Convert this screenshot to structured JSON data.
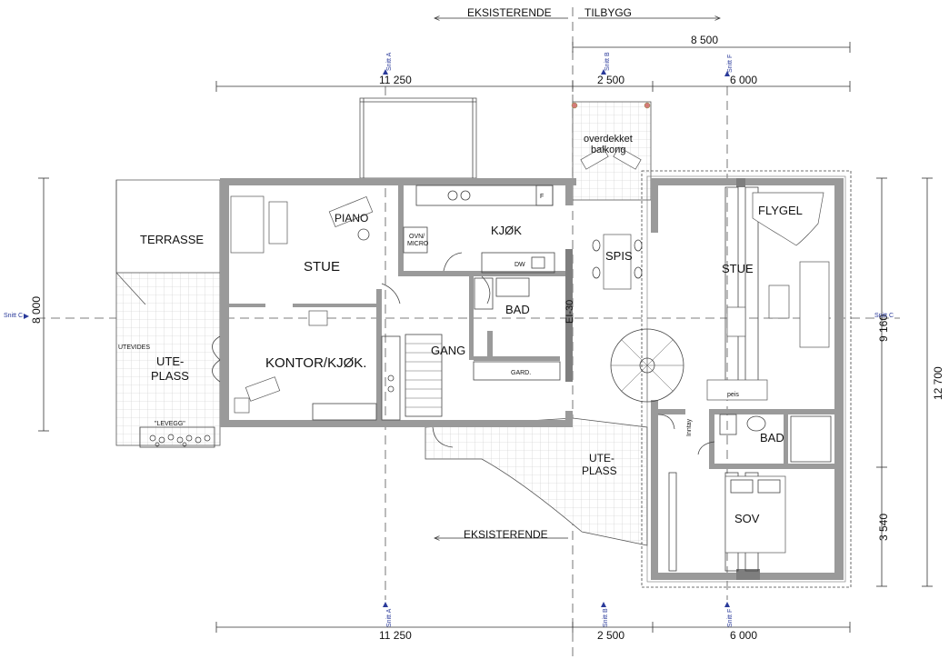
{
  "header": {
    "existing_label": "EKSISTERENDE",
    "extension_label": "TILBYGG"
  },
  "bottom_label": "EKSISTERENDE",
  "dimensions": {
    "top_total_right": "8 500",
    "top_left": "11 250",
    "top_mid": "2 500",
    "top_right": "6 000",
    "bottom_left": "11 250",
    "bottom_mid": "2 500",
    "bottom_right": "6 000",
    "left_height": "8 000",
    "right_height_a": "9 160",
    "right_height_b": "3 540",
    "right_total": "12 700"
  },
  "sections": {
    "a": "Snitt A",
    "b": "Snitt B",
    "c": "Snitt C",
    "f": "Snitt F"
  },
  "rooms": {
    "terrasse": "TERRASSE",
    "stue": "STUE",
    "piano": "PIANO",
    "kontor": "KONTOR/KJØK.",
    "ute_plass_left_1": "UTE-",
    "ute_plass_left_2": "PLASS",
    "utevides": "UTEVIDES",
    "levegg": "\"LEVEGG\"",
    "kjokken": "KJØK",
    "ovn_1": "OVN/",
    "ovn_2": "MICRO",
    "dw": "DW",
    "fridge": "F",
    "bad": "BAD",
    "gang": "GANG",
    "gard": "GARD.",
    "ei30": "EI-30",
    "spis": "SPIS",
    "balkong_1": "overdekket",
    "balkong_2": "balkong",
    "ute_plass_mid_1": "UTE-",
    "ute_plass_mid_2": "PLASS",
    "stue_new": "STUE",
    "flygel": "FLYGEL",
    "peis": "peis",
    "bad_new": "BAD",
    "sov": "SOV",
    "entre": "Inntay"
  },
  "colors": {
    "wall": "#9a9a9a",
    "grid": "#c8c8c8",
    "section_marker": "#2a3a9a",
    "balcony_post": "#d47a7a"
  }
}
